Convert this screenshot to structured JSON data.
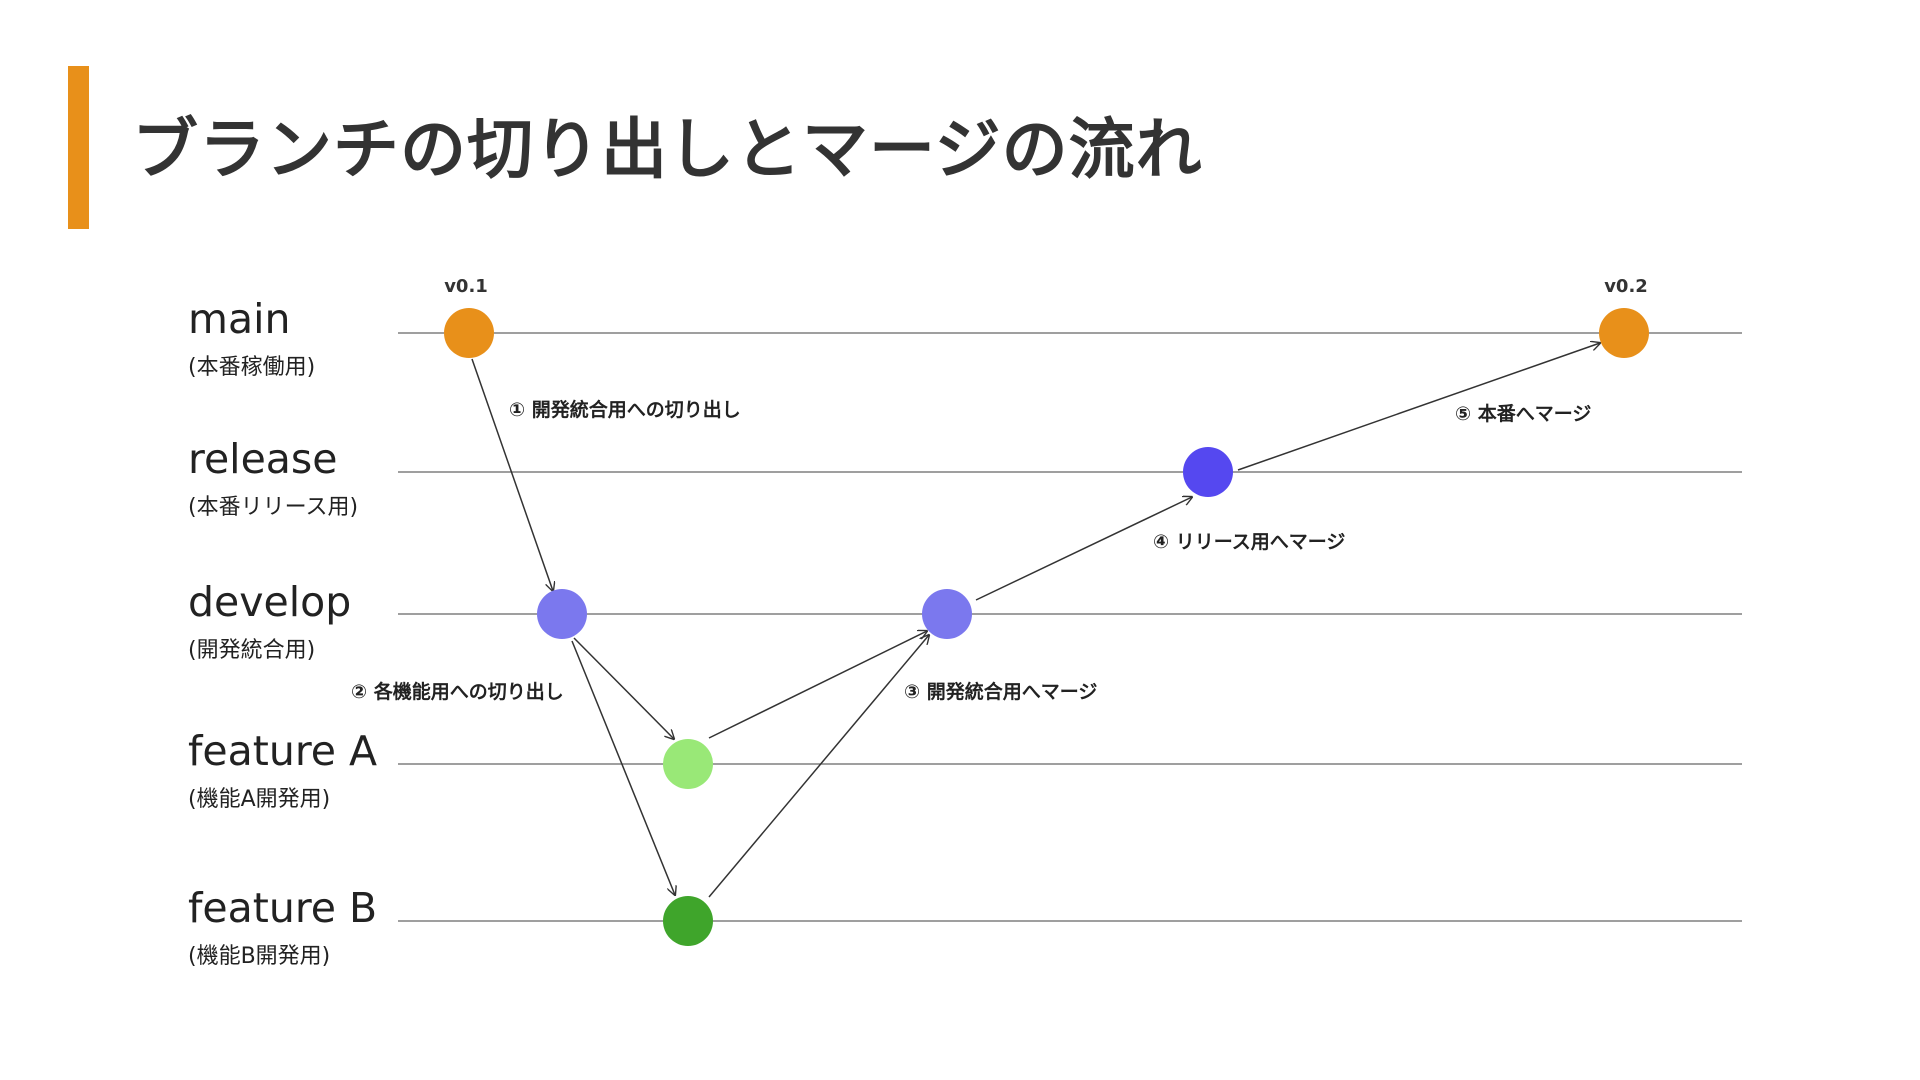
{
  "title": "ブランチの切り出しとマージの流れ",
  "colors": {
    "accent": "#E8901A",
    "main_commit": "#E8901A",
    "release_commit": "#5548F0",
    "develop_commit": "#7B78EE",
    "feature_a_commit": "#99E877",
    "feature_b_commit": "#3FA52B",
    "line": "#555555"
  },
  "branches": [
    {
      "name": "main",
      "desc": "(本番稼働用)"
    },
    {
      "name": "release",
      "desc": "(本番リリース用)"
    },
    {
      "name": "develop",
      "desc": "(開発統合用)"
    },
    {
      "name": "feature A",
      "desc": "(機能A開発用)"
    },
    {
      "name": "feature B",
      "desc": "(機能B開発用)"
    }
  ],
  "tags": {
    "v01": "v0.1",
    "v02": "v0.2"
  },
  "steps": {
    "s1": "① 開発統合用への切り出し",
    "s2": "② 各機能用への切り出し",
    "s3": "③ 開発統合用へマージ",
    "s4": "④ リリース用へマージ",
    "s5": "⑤ 本番へマージ"
  }
}
